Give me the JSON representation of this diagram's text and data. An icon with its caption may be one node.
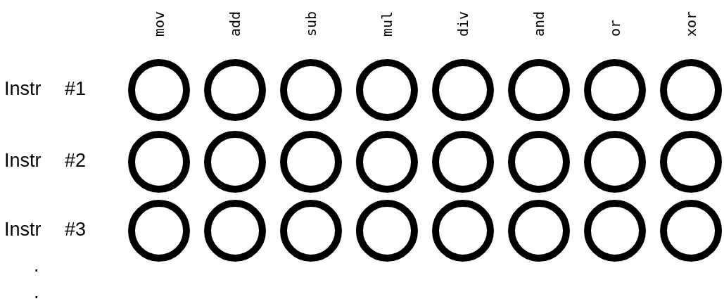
{
  "diagram": {
    "nodes": [
      {
        "text": [],
        "shape": "circle"
      },
      {
        "text": [],
        "shape": "circle"
      },
      {
        "text": [],
        "shape": "circle"
      },
      {
        "text": [],
        "shape": "circle"
      },
      {
        "text": [],
        "shape": "circle"
      },
      {
        "text": [],
        "shape": "circle"
      },
      {
        "text": [],
        "shape": "circle"
      },
      {
        "text": [],
        "shape": "circle"
      },
      {
        "text": [],
        "shape": "circle"
      },
      {
        "text": [],
        "shape": "circle"
      },
      {
        "text": [],
        "shape": "circle"
      },
      {
        "text": [],
        "shape": "circle"
      },
      {
        "text": [],
        "shape": "circle"
      },
      {
        "text": [],
        "shape": "circle"
      },
      {
        "text": [],
        "shape": "circle"
      },
      {
        "text": [],
        "shape": "circle"
      },
      {
        "text": [],
        "shape": "circle"
      },
      {
        "text": [],
        "shape": "circle"
      },
      {
        "text": [],
        "shape": "circle"
      },
      {
        "text": [],
        "shape": "circle"
      },
      {
        "text": [],
        "shape": "circle"
      },
      {
        "text": [],
        "shape": "circle"
      },
      {
        "text": [],
        "shape": "circle"
      },
      {
        "text": [],
        "shape": "circle"
      }
    ],
    "labels": [
      "mov",
      "add",
      "sub",
      "mul",
      "div",
      "and",
      "or",
      "xor",
      "Instr #1",
      "Instr #2",
      "Instr #3",
      ".",
      "."
    ]
  }
}
